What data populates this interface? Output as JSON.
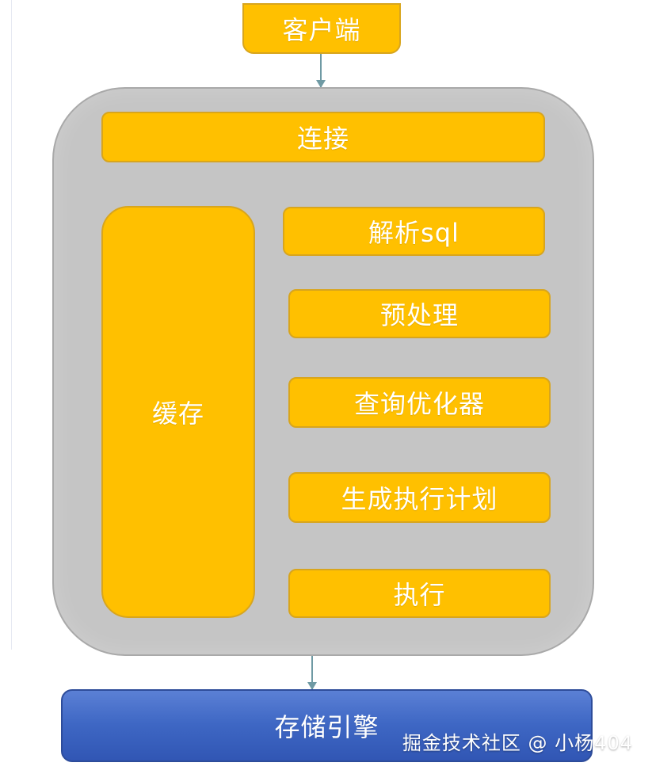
{
  "diagram": {
    "client": "客户端",
    "connection": "连接",
    "cache": "缓存",
    "stages": {
      "parse_sql": "解析sql",
      "preprocess": "预处理",
      "query_optimizer": "查询优化器",
      "generate_plan": "生成执行计划",
      "execute": "执行"
    },
    "storage_engine": "存储引擎"
  },
  "watermark": "掘金技术社区 @ 小杨404",
  "colors": {
    "box_yellow": "#ffc000",
    "container_gray": "#c5c5c5",
    "storage_blue": "#3e67c4",
    "arrow": "#6f9aa4"
  }
}
